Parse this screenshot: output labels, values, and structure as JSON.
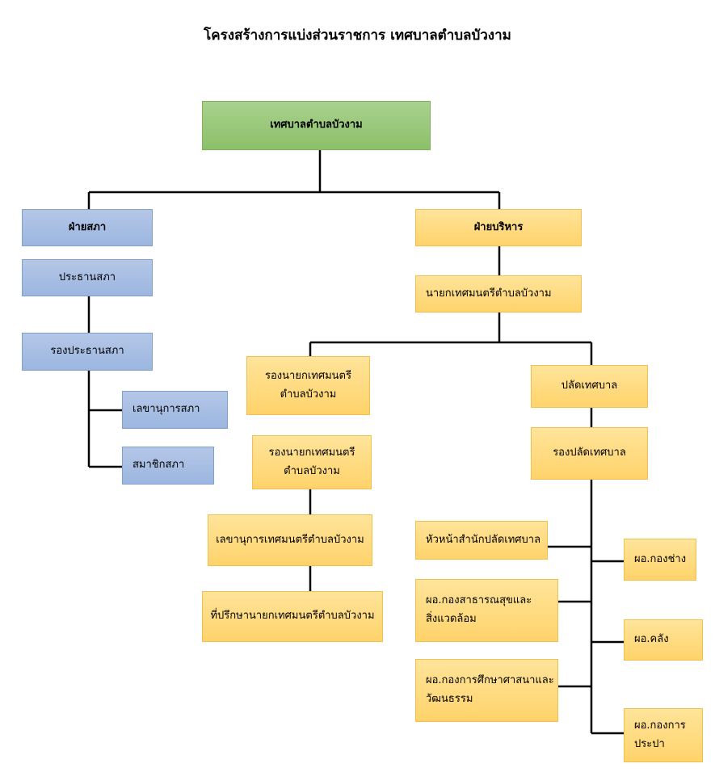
{
  "title": "โครงสร้างการแบ่งส่วนราชการ  เทศบาลตำบลบัวงาม",
  "root": "เทศบาลตำบลบัวงาม",
  "council": {
    "head": "ฝ่ายสภา",
    "president": "ประธานสภา",
    "vice_president": "รองประธานสภา",
    "secretary": "เลขานุการสภา",
    "members": "สมาชิกสภา"
  },
  "executive": {
    "head": "ฝ่ายบริหาร",
    "mayor": "นายกเทศมนตรีตำบลบัวงาม",
    "deputy_mayor_1": [
      "รองนายกเทศมนตรี",
      "ตำบลบัวงาม"
    ],
    "deputy_mayor_2": [
      "รองนายกเทศมนตรี",
      "ตำบลบัวงาม"
    ],
    "mayor_secretary": "เลขานุการเทศมนตรีตำบลบัวงาม",
    "mayor_advisor": "ที่ปรึกษานายกเทศมนตรีตำบลบัวงาม",
    "clerk": "ปลัดเทศบาล",
    "deputy_clerk": "รองปลัดเทศบาล",
    "office_head": "หัวหน้าสำนักปลัดเทศบาล",
    "public_health": [
      "ผอ.กองสาธารณสุขและ",
      "สิ่งแวดล้อม"
    ],
    "education": [
      "ผอ.กองการศึกษาศาสนาและ",
      "วัฒนธรรม"
    ],
    "engineering": "ผอ.กองช่าง",
    "treasury": "ผอ.คลัง",
    "water_supply": [
      "ผอ.กองการ",
      "ประปา"
    ]
  }
}
